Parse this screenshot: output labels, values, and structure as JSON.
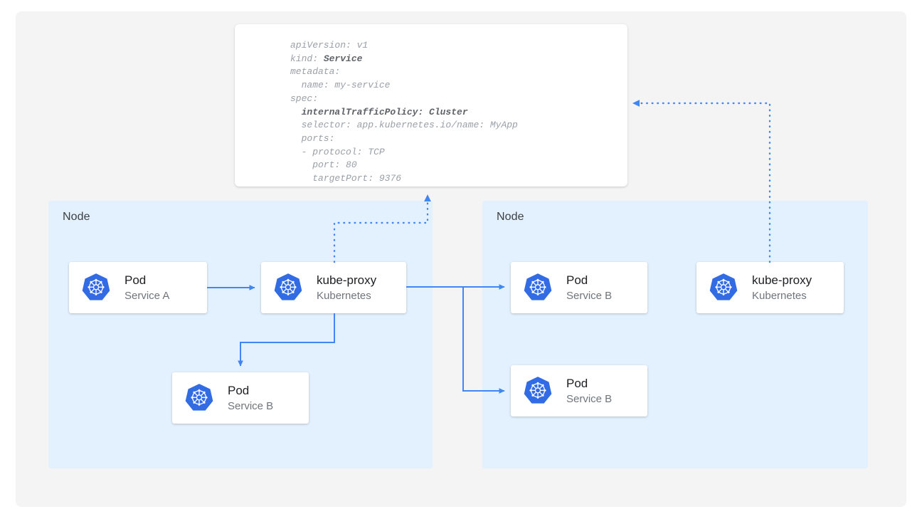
{
  "canvas": {
    "background": "#f4f4f5",
    "page_background": "#ffffff"
  },
  "colors": {
    "accent_blue": "#4285f4",
    "connector_blue": "#4285f4",
    "node_fill": "#e3f0fd",
    "card_fill": "#ffffff",
    "text_primary": "#202124",
    "text_secondary": "#70757a",
    "code_text": "#9aa0a6",
    "code_bold": "#5f6368",
    "k8s_blue": "#326ce5"
  },
  "yaml_spec": {
    "icon": "yaml-manifest",
    "lines": [
      {
        "text": "apiVersion: v1",
        "bold": false
      },
      {
        "text": "kind: ",
        "bold_suffix": "Service"
      },
      {
        "text": "metadata:",
        "bold": false
      },
      {
        "text": "  name: my-service",
        "bold": false
      },
      {
        "text": "spec:",
        "bold": false
      },
      {
        "text": "  internalTrafficPolicy: Cluster",
        "bold": true
      },
      {
        "text": "  selector: app.kubernetes.io/name: MyApp",
        "bold": false
      },
      {
        "text": "  ports:",
        "bold": false
      },
      {
        "text": "  - protocol: TCP",
        "bold": false
      },
      {
        "text": "    port: 80",
        "bold": false
      },
      {
        "text": "    targetPort: 9376",
        "bold": false
      }
    ],
    "raw": "apiVersion: v1\nkind: Service\nmetadata:\n  name: my-service\nspec:\n  internalTrafficPolicy: Cluster\n  selector: app.kubernetes.io/name: MyApp\n  ports:\n  - protocol: TCP\n    port: 80\n    targetPort: 9376"
  },
  "nodes": [
    {
      "id": "node-left",
      "label": "Node"
    },
    {
      "id": "node-right",
      "label": "Node"
    }
  ],
  "cards": {
    "pod_a": {
      "title": "Pod",
      "subtitle": "Service A",
      "icon": "kubernetes-logo-icon"
    },
    "kube_proxy_l": {
      "title": "kube-proxy",
      "subtitle": "Kubernetes",
      "icon": "kubernetes-logo-icon"
    },
    "pod_b_left": {
      "title": "Pod",
      "subtitle": "Service B",
      "icon": "kubernetes-logo-icon"
    },
    "pod_b_r1": {
      "title": "Pod",
      "subtitle": "Service B",
      "icon": "kubernetes-logo-icon"
    },
    "pod_b_r2": {
      "title": "Pod",
      "subtitle": "Service B",
      "icon": "kubernetes-logo-icon"
    },
    "kube_proxy_r": {
      "title": "kube-proxy",
      "subtitle": "Kubernetes",
      "icon": "kubernetes-logo-icon"
    }
  },
  "connectors": [
    {
      "id": "pod-a-to-kube-proxy",
      "style": "solid",
      "from": "pod_a",
      "to": "kube_proxy_l"
    },
    {
      "id": "kube-proxy-to-pod-b-left",
      "style": "solid",
      "from": "kube_proxy_l",
      "to": "pod_b_left"
    },
    {
      "id": "kube-proxy-to-pod-b-right-1",
      "style": "solid",
      "from": "kube_proxy_l",
      "to": "pod_b_r1"
    },
    {
      "id": "kube-proxy-to-pod-b-right-2",
      "style": "solid",
      "from": "kube_proxy_l",
      "to": "pod_b_r2"
    },
    {
      "id": "kube-proxy-left-to-spec",
      "style": "dotted",
      "from": "kube_proxy_l",
      "to": "yaml_spec"
    },
    {
      "id": "kube-proxy-right-to-spec",
      "style": "dotted",
      "from": "kube_proxy_r",
      "to": "yaml_spec"
    }
  ]
}
